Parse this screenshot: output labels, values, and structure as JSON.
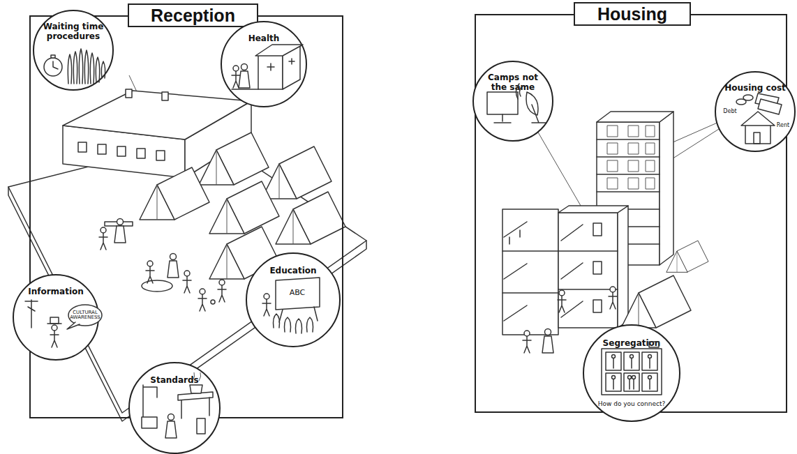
{
  "diagram": {
    "nodes": [
      {
        "text": [
          "Reception"
        ]
      },
      {
        "text": [
          "Waiting time procedures"
        ],
        "in": 0
      },
      {
        "text": [
          "Health"
        ],
        "in": 0
      },
      {
        "text": [
          "Information"
        ],
        "in": 0
      },
      {
        "text": [
          "Education"
        ],
        "in": 0
      },
      {
        "text": [
          "Standards"
        ],
        "in": 0
      },
      {
        "text": [
          "Housing"
        ]
      },
      {
        "text": [
          "Camps not the same"
        ],
        "in": 6
      },
      {
        "text": [
          "Housing cost"
        ],
        "in": 6
      },
      {
        "text": [
          "Segregation"
        ],
        "in": 6
      }
    ],
    "labels": [
      "CULTURAL AWARENESS",
      "ABC",
      "Debt",
      "Rent",
      "How do you connect?"
    ]
  }
}
